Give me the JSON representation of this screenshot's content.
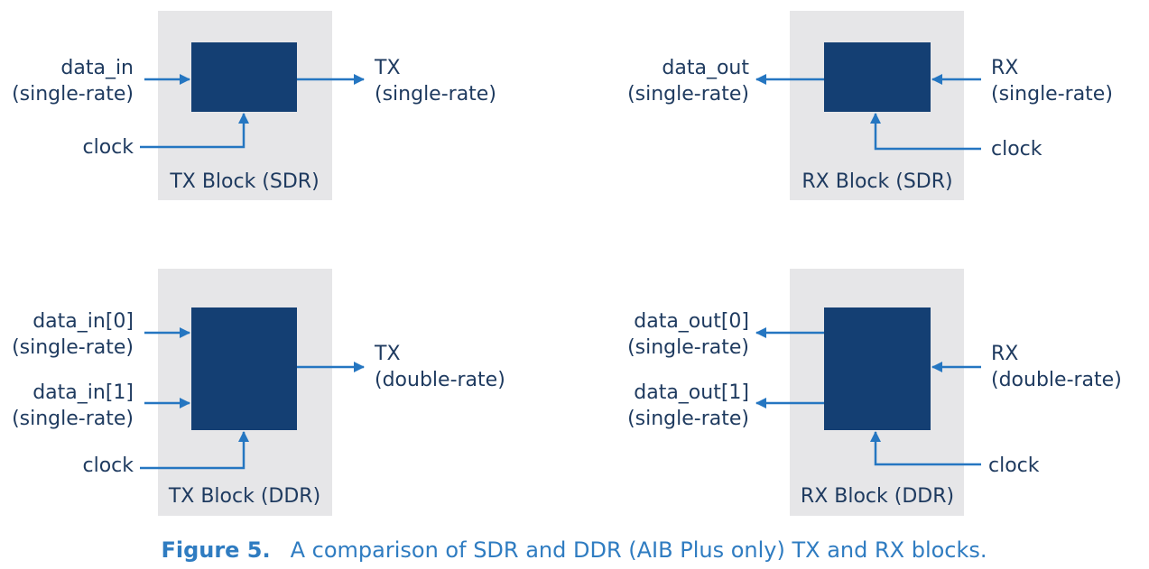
{
  "colors": {
    "panel_bg": "#e6e6e8",
    "block_fill": "#143f73",
    "wire": "#2576c1",
    "label_text": "#1e3a5f",
    "caption": "#2f7cc1"
  },
  "tx_sdr": {
    "title": "TX Block (SDR)",
    "input1_line1": "data_in",
    "input1_line2": "(single-rate)",
    "clock": "clock",
    "output_line1": "TX",
    "output_line2": "(single-rate)"
  },
  "rx_sdr": {
    "title": "RX Block (SDR)",
    "output1_line1": "data_out",
    "output1_line2": "(single-rate)",
    "input_line1": "RX",
    "input_line2": "(single-rate)",
    "clock": "clock"
  },
  "tx_ddr": {
    "title": "TX Block (DDR)",
    "input1_line1": "data_in[0]",
    "input1_line2": "(single-rate)",
    "input2_line1": "data_in[1]",
    "input2_line2": "(single-rate)",
    "clock": "clock",
    "output_line1": "TX",
    "output_line2": "(double-rate)"
  },
  "rx_ddr": {
    "title": "RX Block (DDR)",
    "output1_line1": "data_out[0]",
    "output1_line2": "(single-rate)",
    "output2_line1": "data_out[1]",
    "output2_line2": "(single-rate)",
    "input_line1": "RX",
    "input_line2": "(double-rate)",
    "clock": "clock"
  },
  "caption": {
    "label": "Figure 5.",
    "text": "A comparison of SDR and DDR (AIB Plus only) TX and RX blocks."
  }
}
